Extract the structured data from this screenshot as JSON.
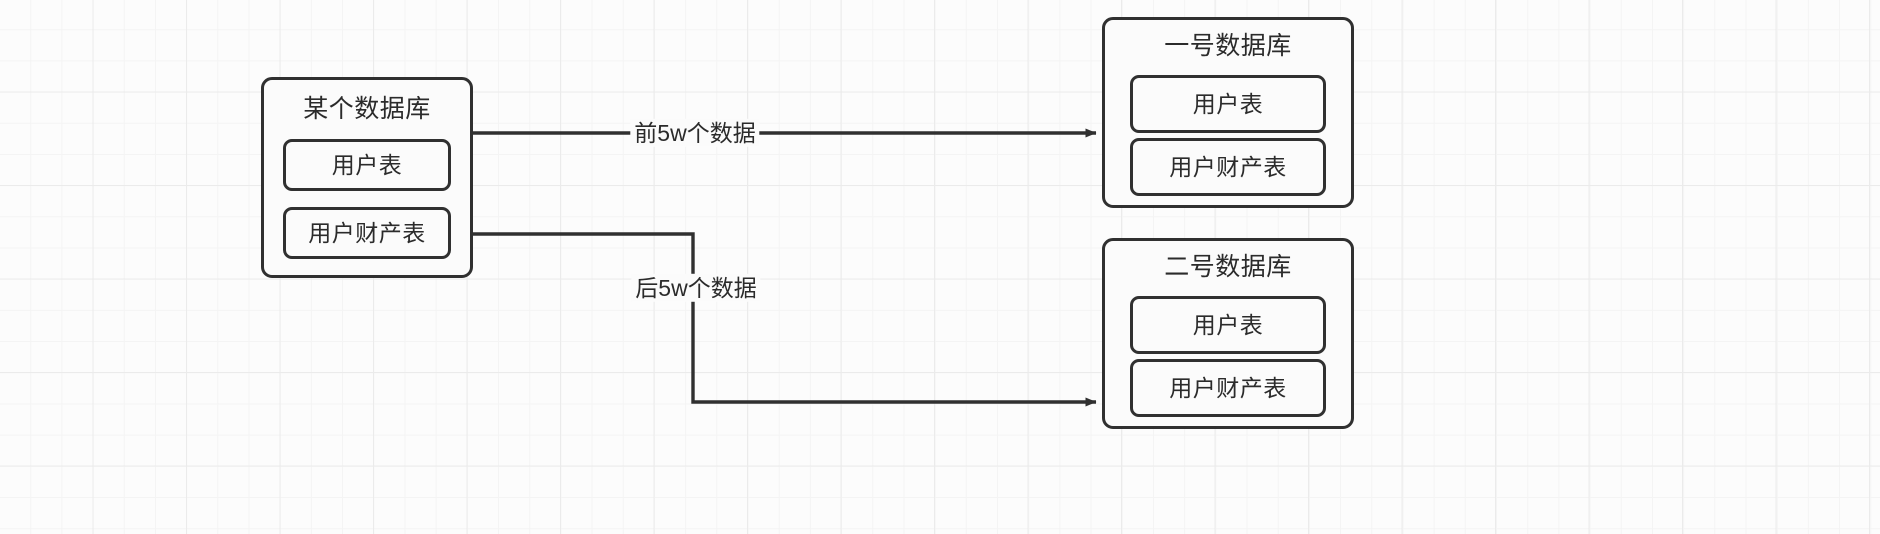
{
  "diagram": {
    "title_hidden": "",
    "background": {
      "grid": "graph-paper",
      "page_color": "#fcfcfc",
      "grid_line_color": "#ebebeb"
    },
    "stroke_color": "#303030",
    "text_color": "#2b2b2b",
    "nodes": [
      {
        "id": "source-db",
        "label": "某个数据库",
        "tables": [
          "用户表",
          "用户财产表"
        ]
      },
      {
        "id": "db-one",
        "label": "一号数据库",
        "tables": [
          "用户表",
          "用户财产表"
        ]
      },
      {
        "id": "db-two",
        "label": "二号数据库",
        "tables": [
          "用户表",
          "用户财产表"
        ]
      }
    ],
    "edges": [
      {
        "id": "edge-first-half",
        "from": "source-db",
        "to": "db-one",
        "label": "前5w个数据",
        "style": "straight-arrow"
      },
      {
        "id": "edge-second-half",
        "from": "source-db",
        "to": "db-two",
        "label": "后5w个数据",
        "style": "elbow-arrow"
      }
    ]
  }
}
